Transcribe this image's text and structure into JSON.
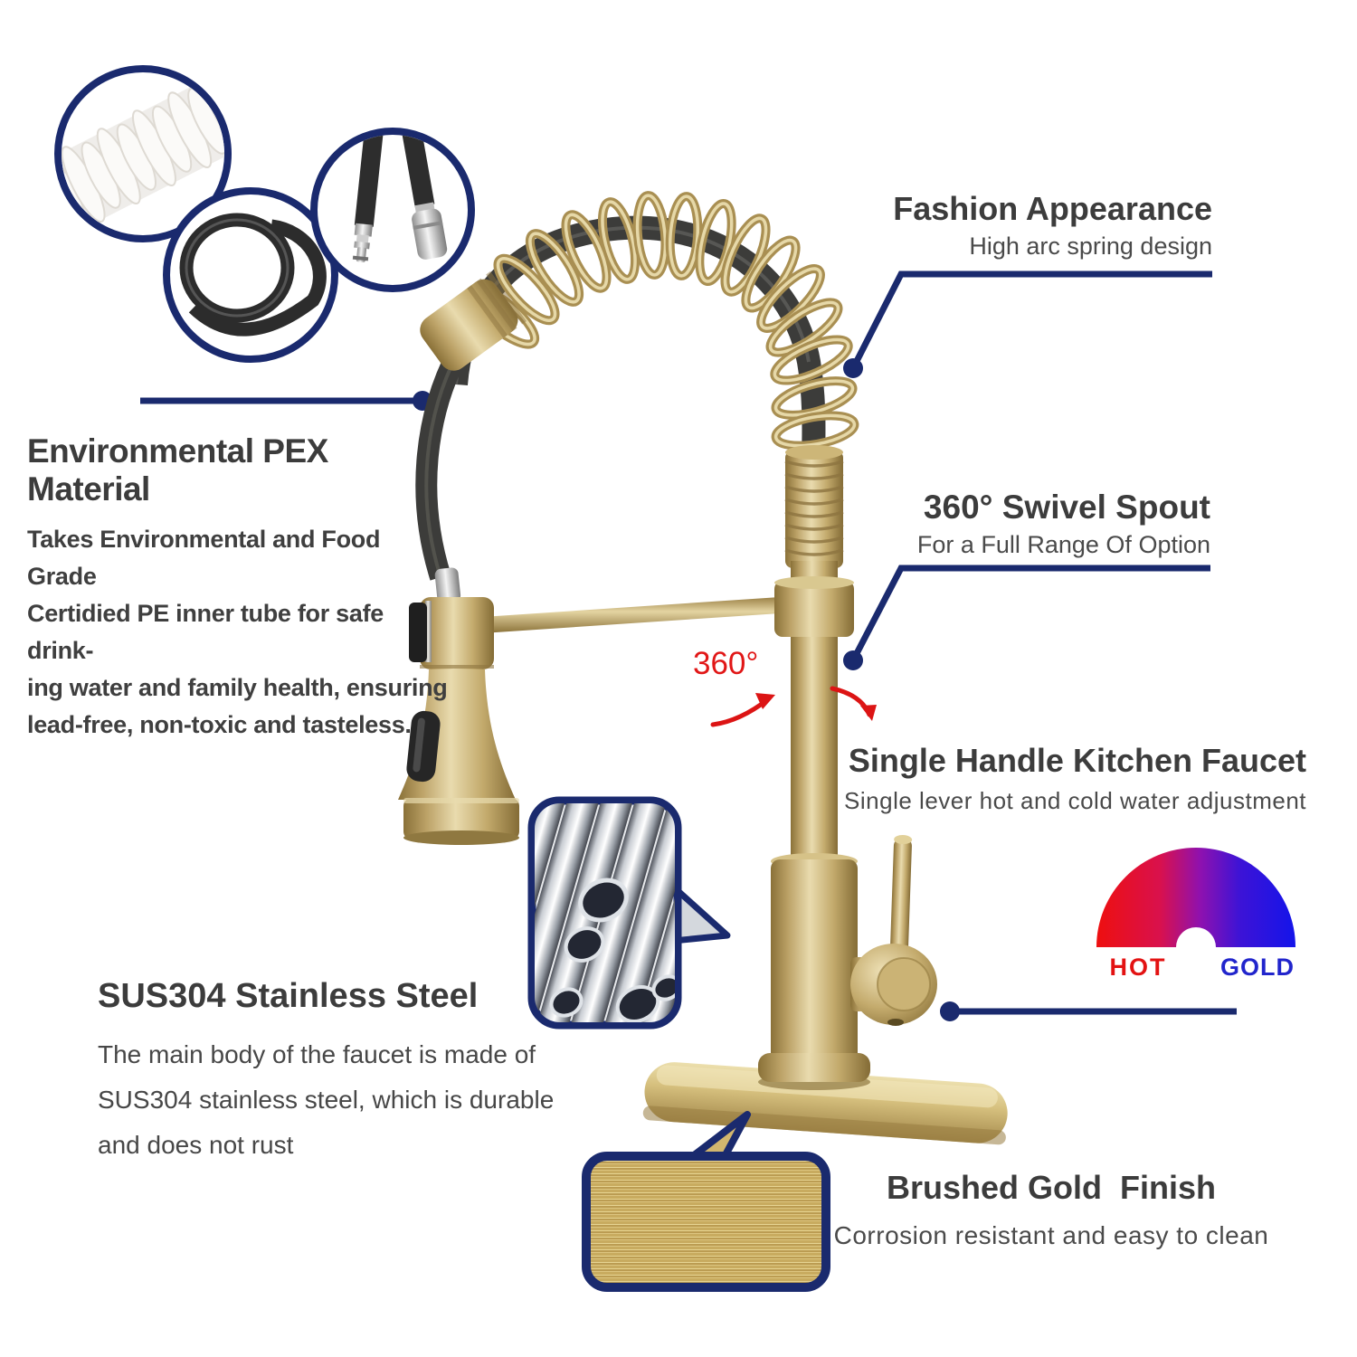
{
  "colors": {
    "navy": "#1a2a6e",
    "heading_gray": "#3c3c3c",
    "body_gray": "#474747",
    "rotation_red": "#e11717",
    "hot_red": "#e31212",
    "cold_blue": "#2125cc",
    "brushed_gold": "#c9ad62",
    "hose_black": "#3c3c3a"
  },
  "annotations": {
    "fashion": {
      "title": "Fashion Appearance",
      "subtitle": "High arc spring design"
    },
    "swivel": {
      "title": "360° Swivel Spout",
      "subtitle": "For a Full Range Of Option"
    },
    "single_handle": {
      "title": "Single Handle Kitchen Faucet",
      "subtitle": "Single lever hot and cold water adjustment"
    },
    "brushed": {
      "title": "Brushed Gold  Finish",
      "subtitle": "Corrosion resistant and easy to clean"
    },
    "pex": {
      "title": "Environmental PEX Material",
      "lines": [
        "Takes Environmental and Food Grade",
        "Certidied PE inner tube for safe drink-",
        "ing water and family health, ensuring",
        "lead-free, non-toxic and tasteless."
      ]
    },
    "sus": {
      "title": "SUS304 Stainless Steel",
      "lines": [
        "The main body of the faucet is made of",
        "SUS304 stainless steel, which is durable",
        "and does not rust"
      ]
    },
    "rotation_label": "360°",
    "gauge": {
      "left": "HOT",
      "right": "GOLD"
    }
  },
  "graphics": {
    "insets": [
      {
        "name": "pex-tube-inset",
        "content": "white corrugated PEX tube"
      },
      {
        "name": "coiled-hose-inset",
        "content": "black coiled hose"
      },
      {
        "name": "hose-connectors-inset",
        "content": "two hose ends with steel connectors"
      },
      {
        "name": "stainless-tubes-inset",
        "content": "stainless steel tubes"
      },
      {
        "name": "brushed-gold-swatch",
        "content": "brushed gold texture"
      }
    ],
    "subject": "brushed gold spring pull-down kitchen faucet on deck plate"
  }
}
